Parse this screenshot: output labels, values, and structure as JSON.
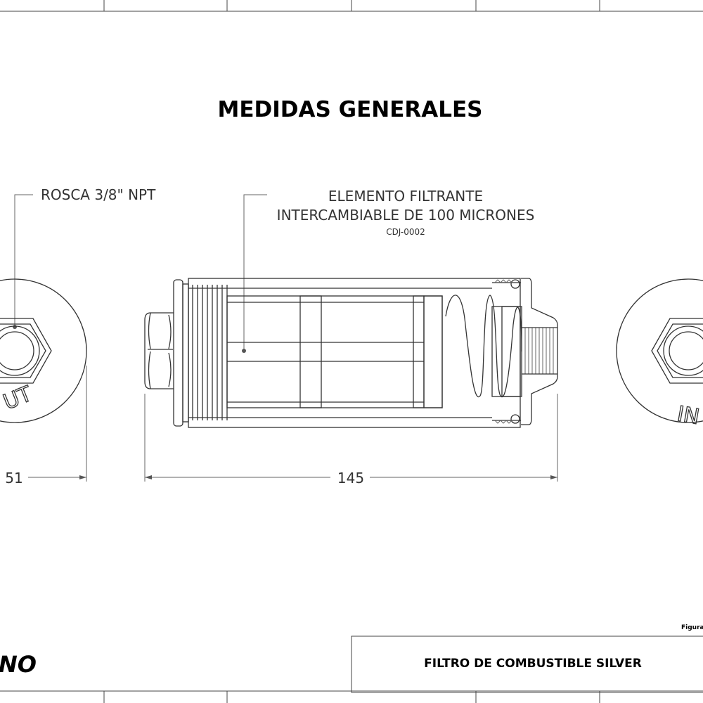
{
  "title": "MEDIDAS GENERALES",
  "labels": {
    "thread": "ROSCA 3/8\" NPT",
    "element_line1": "ELEMENTO FILTRANTE",
    "element_line2": "INTERCAMBIABLE DE 100 MICRONES",
    "element_code": "CDJ-0002"
  },
  "dimensions": {
    "diameter": "51",
    "length": "145"
  },
  "end_views": {
    "outlet_text": "UT",
    "inlet_text": "IN"
  },
  "title_block": {
    "figure_label": "Figura",
    "product_name": "FILTRO DE COMBUSTIBLE SILVER",
    "logo_text": "NO"
  }
}
